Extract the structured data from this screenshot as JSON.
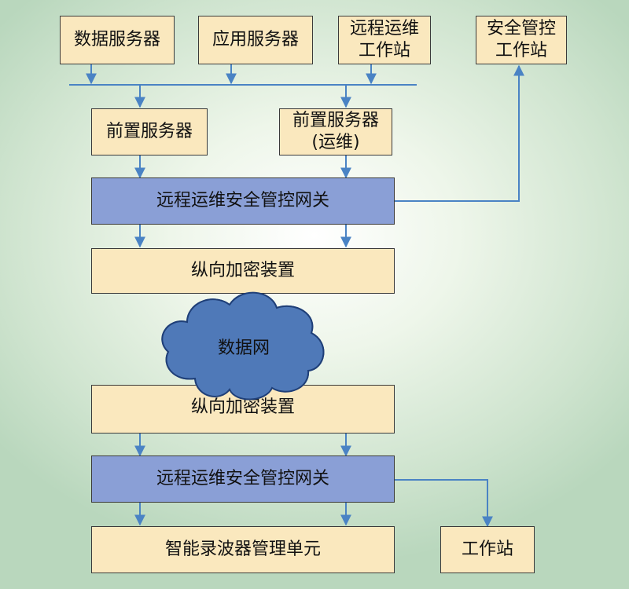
{
  "nodes": {
    "data_server": "数据服务器",
    "app_server": "应用服务器",
    "remote_ops_station": "远程运维\n工作站",
    "security_station": "安全管控\n工作站",
    "front_server": "前置服务器",
    "front_server_ops": "前置服务器\n(运维)",
    "gateway_top": "远程运维安全管控网关",
    "encrypt_top": "纵向加密装置",
    "network": "数据网",
    "encrypt_bottom": "纵向加密装置",
    "gateway_bottom": "远程运维安全管控网关",
    "recorder_unit": "智能录波器管理单元",
    "workstation": "工作站"
  },
  "colors": {
    "box_fill": "#fae8be",
    "gateway_fill": "#8a9fd6",
    "cloud_fill": "#4f79b8",
    "arrow": "#4a83c4",
    "border": "#3a3a3a"
  }
}
